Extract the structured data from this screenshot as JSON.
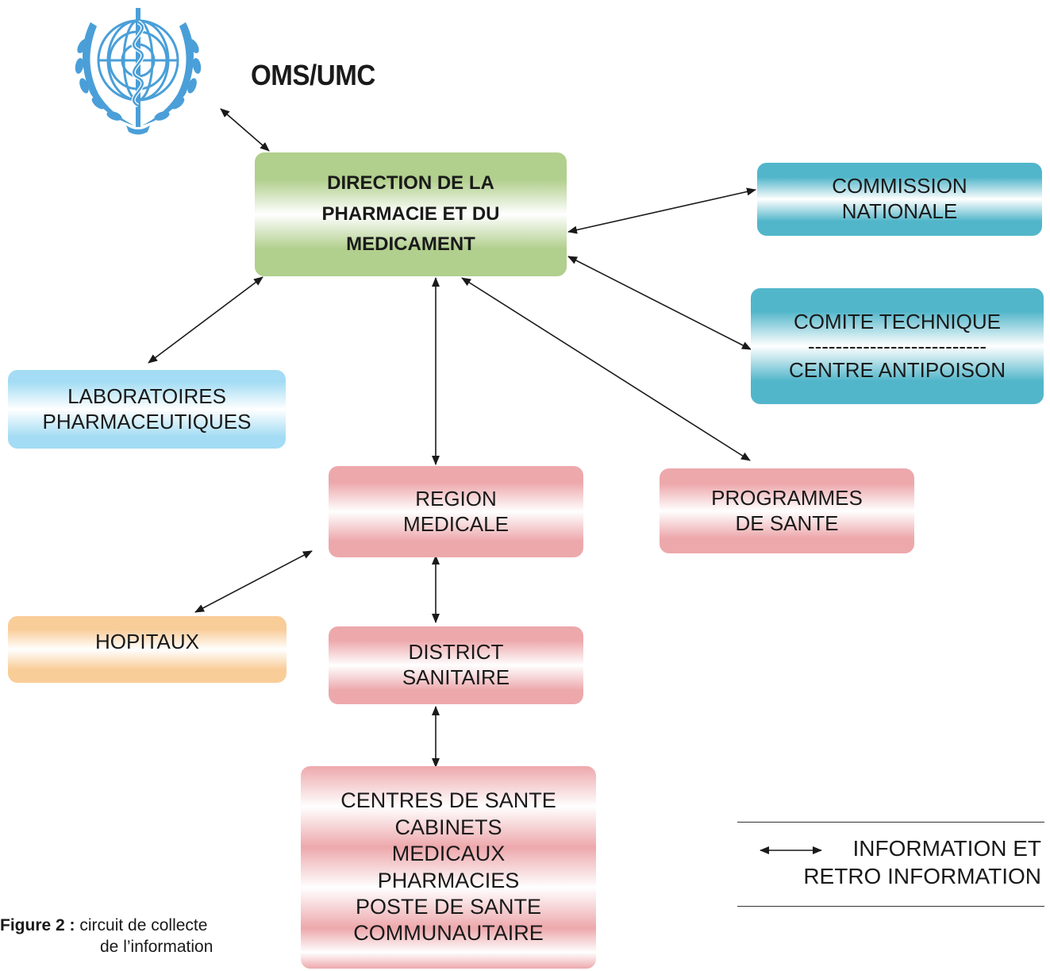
{
  "header": {
    "org_title": "OMS/UMC"
  },
  "nodes": {
    "dpm": [
      "DIRECTION DE LA",
      "PHARMACIE ET DU",
      "MEDICAMENT"
    ],
    "commission": [
      "COMMISSION",
      "NATIONALE"
    ],
    "comite": [
      "COMITE TECHNIQUE",
      "--------------------------",
      "CENTRE ANTIPOISON"
    ],
    "labo": [
      "LABORATOIRES",
      "PHARMACEUTIQUES"
    ],
    "region": [
      "REGION",
      "MEDICALE"
    ],
    "programmes": [
      "PROGRAMMES",
      "DE SANTE"
    ],
    "hopitaux": [
      "HOPITAUX"
    ],
    "district": [
      "DISTRICT",
      "SANITAIRE"
    ],
    "centres": [
      "CENTRES DE SANTE",
      "CABINETS",
      "MEDICAUX",
      "PHARMACIES",
      "POSTE DE SANTE",
      "COMMUNAUTAIRE"
    ]
  },
  "legend": {
    "line1": "INFORMATION ET",
    "line2": "RETRO INFORMATION"
  },
  "caption": {
    "label": "Figure 2 :",
    "line1": "circuit de collecte",
    "line2": "de l’information"
  },
  "colors": {
    "green": "#b1cf8d",
    "teal": "#52b6ca",
    "light_blue": "#a3dcf4",
    "pink": "#eda8ac",
    "orange": "#f9cd98",
    "logo_blue": "#4a9fd8",
    "arrow": "#1a1a1a"
  },
  "icons": {
    "logo": "who-emblem-icon",
    "arrow": "double-headed-arrow-icon"
  }
}
